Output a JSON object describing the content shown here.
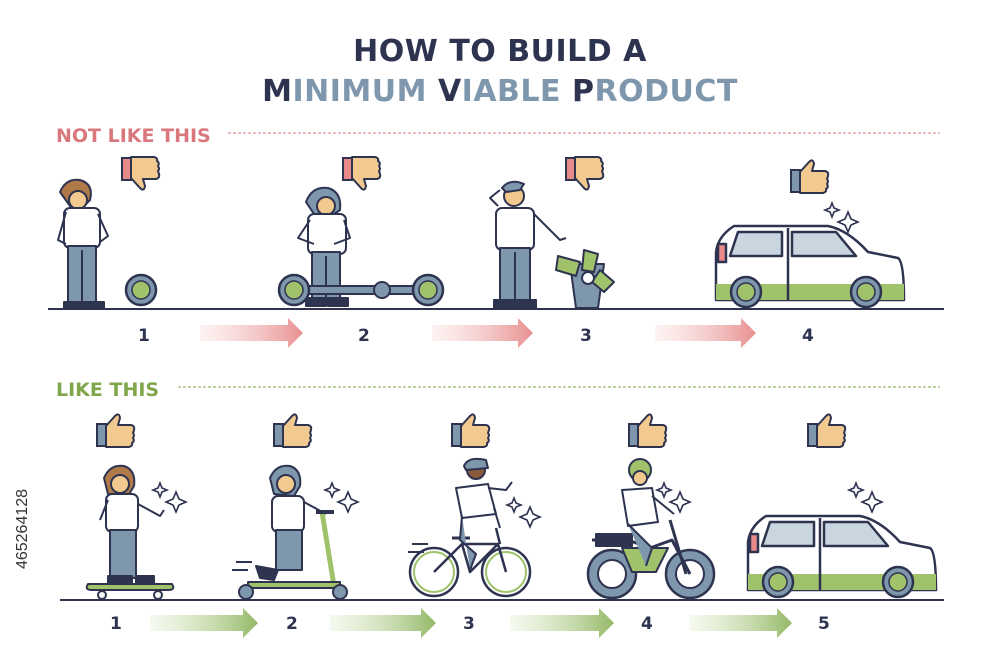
{
  "title": {
    "line1": "HOW TO BUILD A",
    "line2": {
      "p1_cap": "M",
      "p1_rest": "INIMUM ",
      "p2_cap": "V",
      "p2_rest": "IABLE ",
      "p3_cap": "P",
      "p3_rest": "RODUCT"
    }
  },
  "sections": {
    "bad": {
      "label": "NOT LIKE THIS",
      "steps": [
        "1",
        "2",
        "3",
        "4"
      ],
      "feedback": [
        "thumbs-down",
        "thumbs-down",
        "thumbs-down",
        "thumbs-up"
      ]
    },
    "good": {
      "label": "LIKE THIS",
      "steps": [
        "1",
        "2",
        "3",
        "4",
        "5"
      ],
      "feedback": [
        "thumbs-up",
        "thumbs-up",
        "thumbs-up",
        "thumbs-up",
        "thumbs-up"
      ]
    }
  },
  "stock_id": "465264128",
  "colors": {
    "navy": "#2e3350",
    "slate": "#7f97ad",
    "red": "#d9777c",
    "green": "#7fa64a",
    "skin_like": "#f2c98f",
    "dislike": "#e88a8a"
  }
}
